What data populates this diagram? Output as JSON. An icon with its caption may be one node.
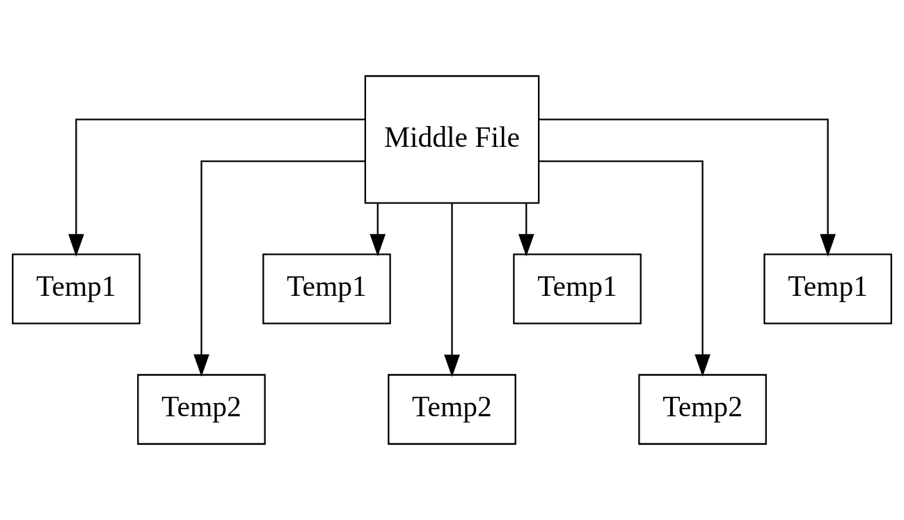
{
  "diagram": {
    "nodes": [
      {
        "text": [
          "Middle File"
        ]
      },
      {
        "text": [
          "Temp1"
        ]
      },
      {
        "text": [
          "Temp2"
        ]
      },
      {
        "text": [
          "Temp1"
        ]
      },
      {
        "text": [
          "Temp2"
        ]
      },
      {
        "text": [
          "Temp1"
        ]
      },
      {
        "text": [
          "Temp2"
        ]
      },
      {
        "text": [
          "Temp1"
        ]
      }
    ],
    "edges": [
      {
        "from": 0,
        "to": 1,
        "arrow": "to"
      },
      {
        "from": 0,
        "to": 2,
        "arrow": "to"
      },
      {
        "from": 0,
        "to": 3,
        "arrow": "to"
      },
      {
        "from": 0,
        "to": 4,
        "arrow": "to"
      },
      {
        "from": 0,
        "to": 5,
        "arrow": "to"
      },
      {
        "from": 0,
        "to": 6,
        "arrow": "to"
      },
      {
        "from": 0,
        "to": 7,
        "arrow": "to"
      }
    ]
  }
}
